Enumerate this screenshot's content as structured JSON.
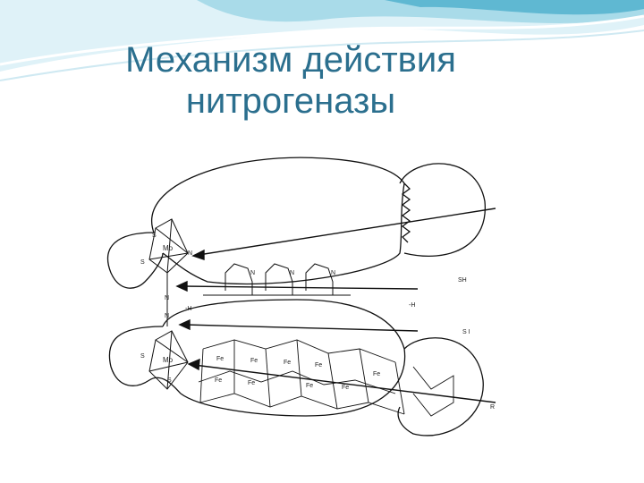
{
  "slide": {
    "title_line1": "Механизм действия",
    "title_line2": "нитрогеназы"
  },
  "colors": {
    "title": "#2b6f8e",
    "banner_light": "#dff2f8",
    "banner_mid": "#a9dbe9",
    "banner_dark": "#5fb8d2",
    "ink": "#111111"
  },
  "diagram": {
    "labels": {
      "mo": "Mo",
      "s": "S",
      "n": "N",
      "fe": "Fe",
      "sh": "SH",
      "h_upper": "-H",
      "h_lower": "-H",
      "s_upper_right": "S I",
      "r_right": "R"
    }
  }
}
